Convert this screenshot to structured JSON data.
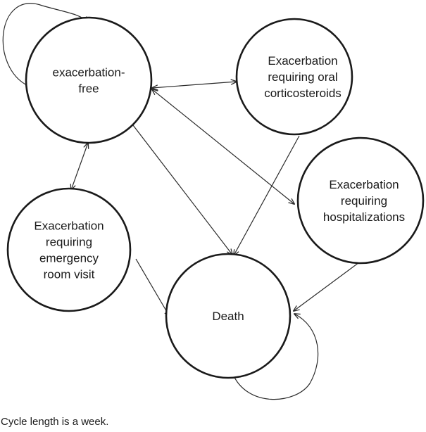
{
  "nodes": {
    "free": {
      "lines": [
        "exacerbation-",
        "free"
      ]
    },
    "oral": {
      "lines": [
        "Exacerbation",
        "requiring oral",
        "corticosteroids"
      ]
    },
    "hosp": {
      "lines": [
        "Exacerbation",
        "requiring",
        "hospitalizations"
      ]
    },
    "er": {
      "lines": [
        "Exacerbation",
        "requiring",
        "emergency",
        "room visit"
      ]
    },
    "death": {
      "lines": [
        "Death"
      ]
    }
  },
  "caption": "Cycle length is a week."
}
